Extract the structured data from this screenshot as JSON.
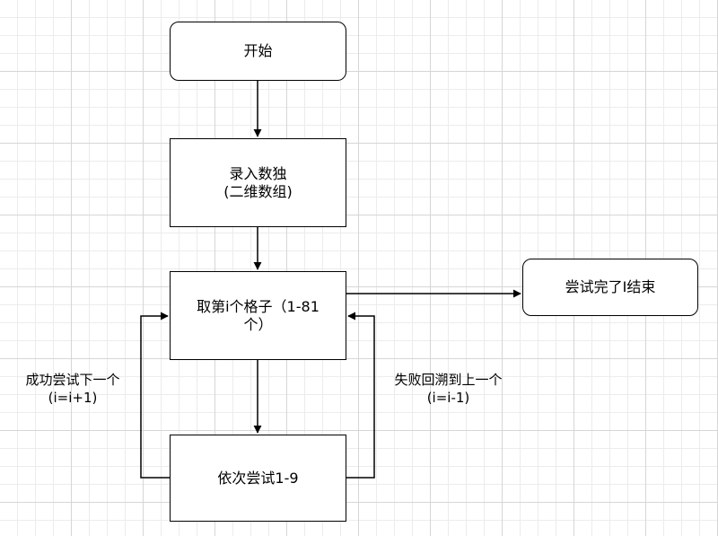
{
  "nodes": {
    "start": "开始",
    "input": "录入数独\n(二维数组)",
    "take": "取第i个格子（1-81\n个）",
    "try": "依次尝试1-9",
    "end": "尝试完了I结束"
  },
  "edges": {
    "success": "成功尝试下一个\n(i=i+1)",
    "fail": "失败回溯到上一个\n(i=i-1)"
  }
}
